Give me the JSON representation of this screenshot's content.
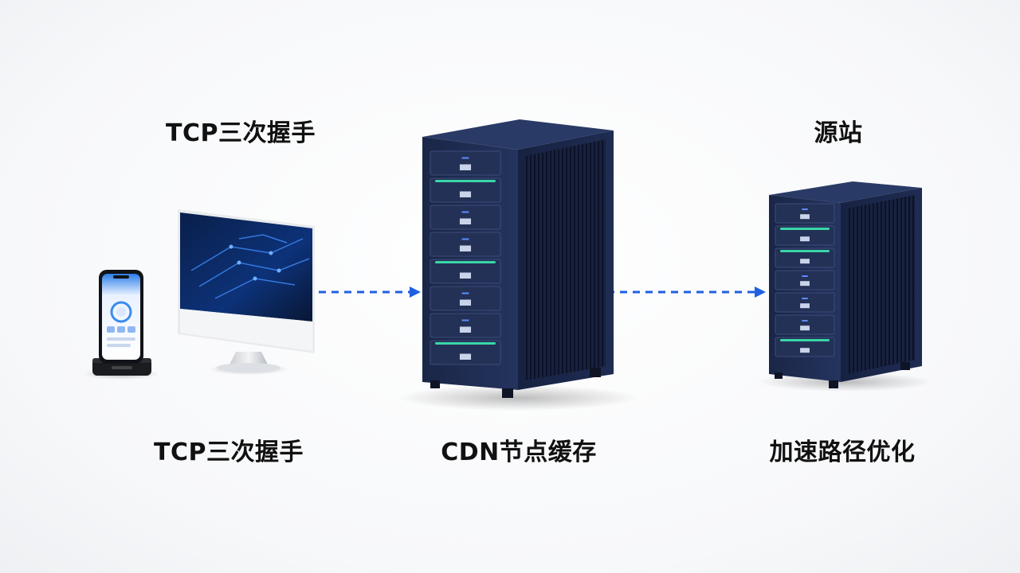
{
  "labels": {
    "top_left": "TCP三次握手",
    "top_right": "源站",
    "bottom_left": "TCP三次握手",
    "bottom_center": "CDN节点缓存",
    "bottom_right": "加速路径优化"
  },
  "colors": {
    "arrow": "#1f5fe0",
    "server_body": "#1d2a4d",
    "server_side": "#141d36",
    "led": "#39d6a8"
  },
  "icons": [
    "smartphone-icon",
    "monitor-icon",
    "server-rack-icon",
    "server-rack-icon"
  ]
}
